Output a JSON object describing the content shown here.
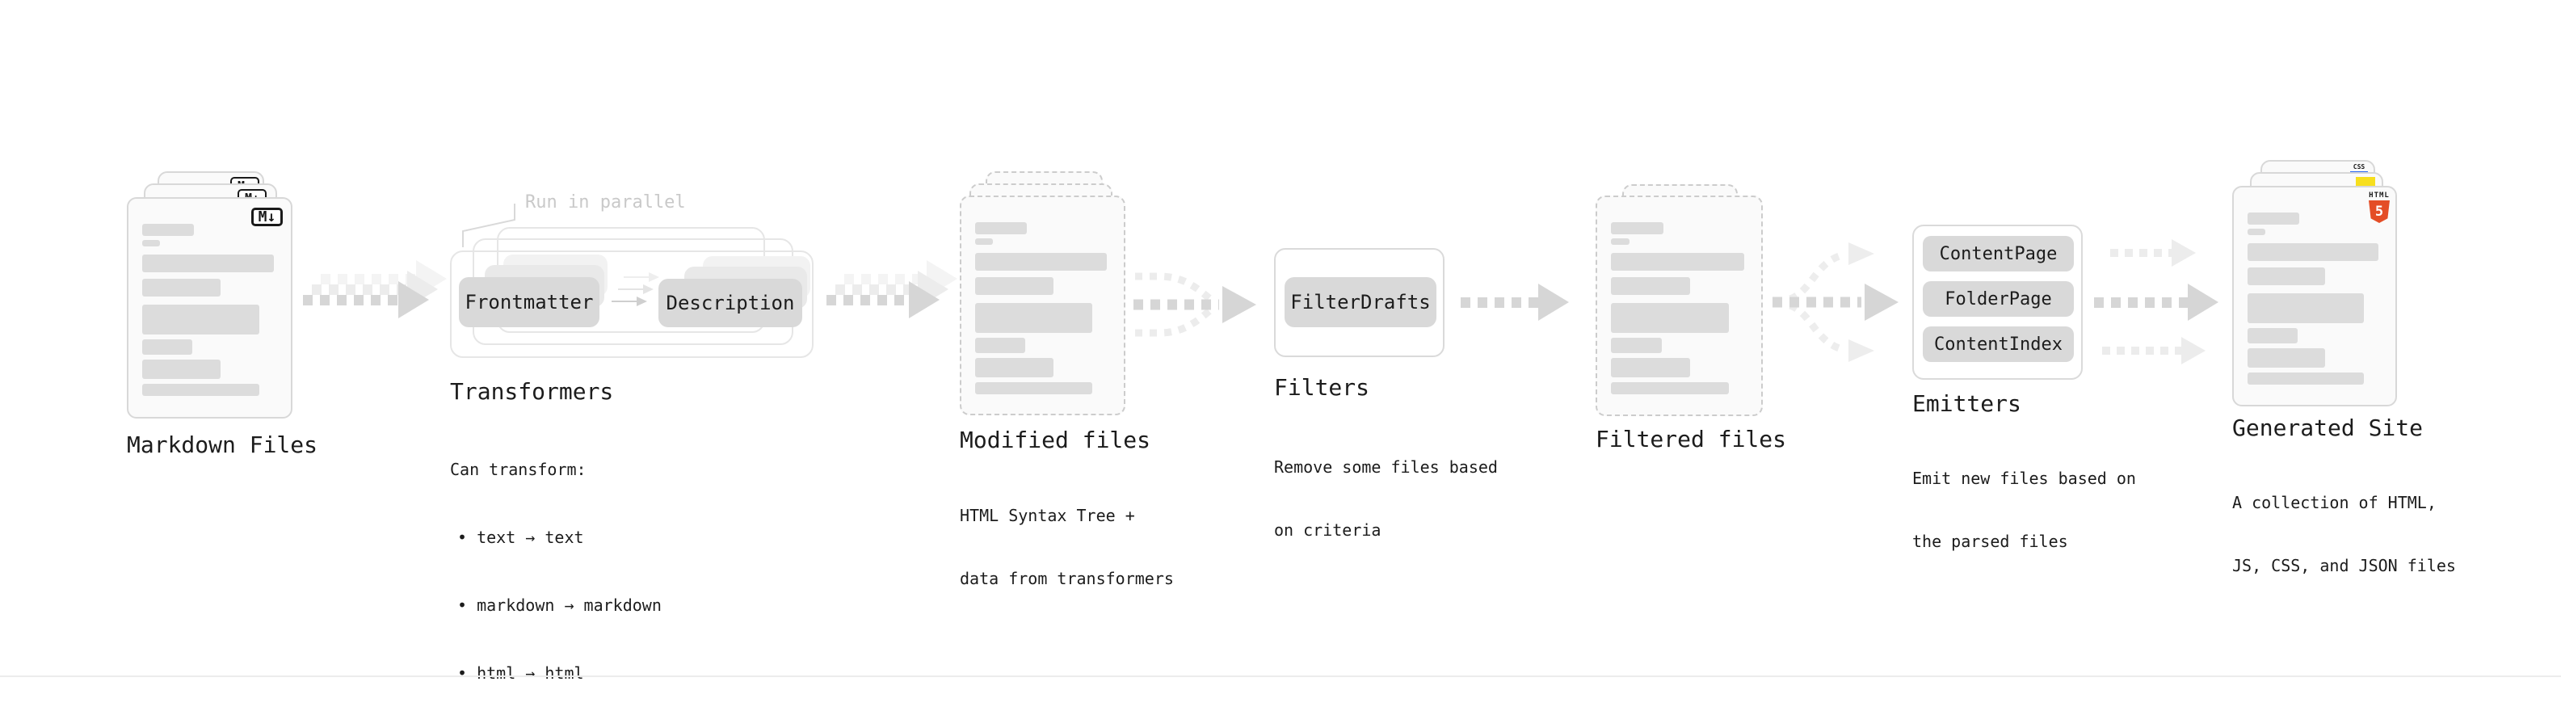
{
  "nodes": {
    "markdown_files": {
      "label": "Markdown Files",
      "icon": "M↓"
    },
    "transformers": {
      "label": "Transformers",
      "annotation": "Run in parallel",
      "pills": [
        "Frontmatter",
        "Description"
      ],
      "notes": [
        "Can transform:",
        "• text → text",
        "• markdown → markdown",
        "• html → html"
      ]
    },
    "modified_files": {
      "label": "Modified files",
      "notes": [
        "HTML Syntax Tree +",
        "data from transformers"
      ]
    },
    "filters": {
      "label": "Filters",
      "pills": [
        "FilterDrafts"
      ],
      "notes": [
        "Remove some files based",
        "on criteria"
      ]
    },
    "filtered_files": {
      "label": "Filtered files"
    },
    "emitters": {
      "label": "Emitters",
      "pills": [
        "ContentPage",
        "FolderPage",
        "ContentIndex"
      ],
      "notes": [
        "Emit new files based on",
        "the parsed files"
      ]
    },
    "generated_site": {
      "label": "Generated Site",
      "badges": {
        "css": "CSS",
        "html_logo_text": "HTML",
        "html_logo_number": "5"
      },
      "notes": [
        "A collection of HTML,",
        "JS, CSS, and JSON files"
      ]
    }
  },
  "colors": {
    "page_bg": "#ffffff",
    "card_bg": "#fafafa",
    "card_border": "#d8d8d8",
    "dashed_border": "#cccccc",
    "placeholder_line": "#dcdcdc",
    "pill_bg": "#d9d9d9",
    "text": "#1c1c1c",
    "muted_annotation": "#c9c9c9",
    "arrow": "#d6d6d6",
    "arrow_ghost": "#ececec",
    "html5_orange": "#e44d26",
    "css_blue": "#2965f1",
    "js_yellow": "#f7df1e"
  }
}
